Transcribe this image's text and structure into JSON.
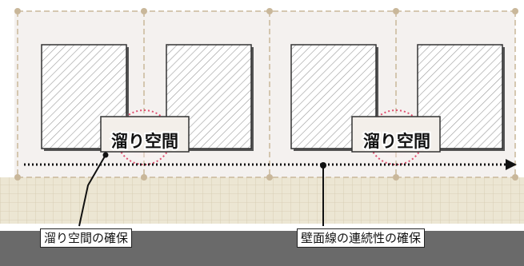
{
  "labels": {
    "space_label_left": "溜り空間",
    "space_label_right": "溜り空間"
  },
  "callouts": {
    "left": "溜り空間の確保",
    "right": "壁面線の連続性の確保"
  },
  "colors": {
    "lot_fill": "#f3f0ee",
    "pavement": "#ece6d3",
    "road": "#6a6a6a",
    "lot_line": "#c9b79a",
    "space_circle": "#e05070",
    "arrow": "#111111"
  }
}
